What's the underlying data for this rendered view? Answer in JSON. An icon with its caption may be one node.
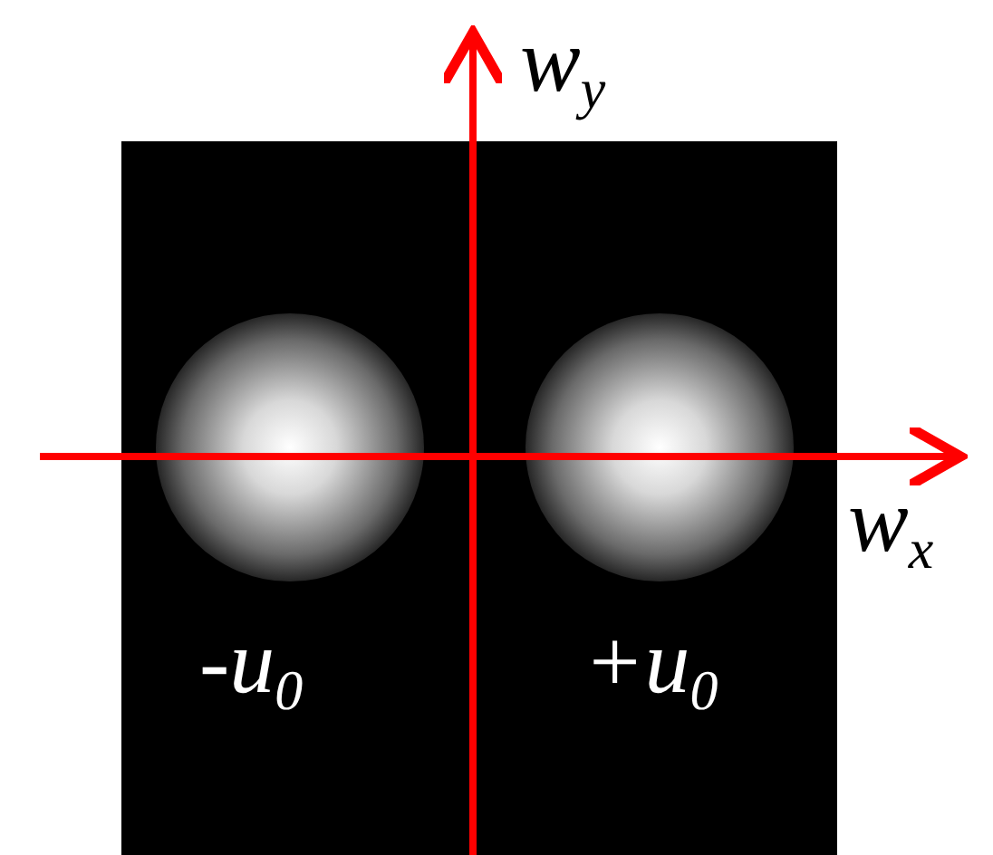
{
  "diagram": {
    "labels": [
      "w$_{y}$",
      "w$_{x}$",
      "-u$_{0}$",
      "+u$_{0}$"
    ]
  }
}
